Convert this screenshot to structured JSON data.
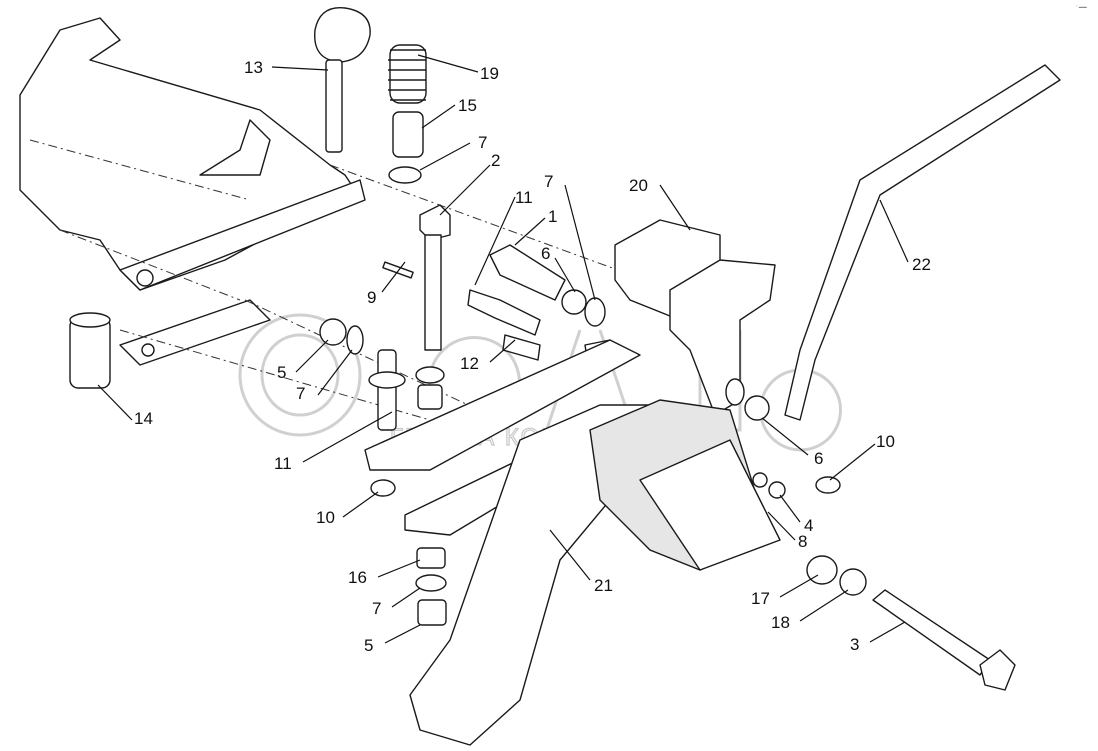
{
  "labels": [
    "13",
    "19",
    "15",
    "7",
    "2",
    "11",
    "1",
    "7",
    "6",
    "20",
    "22",
    "9",
    "5",
    "7",
    "12",
    "14",
    "11",
    "6",
    "10",
    "10",
    "4",
    "8",
    "16",
    "21",
    "17",
    "7",
    "18",
    "5",
    "3"
  ],
  "watermark": {
    "brand": "белагро",
    "subtitle": "ГРУППА КОМПАНИЙ"
  }
}
